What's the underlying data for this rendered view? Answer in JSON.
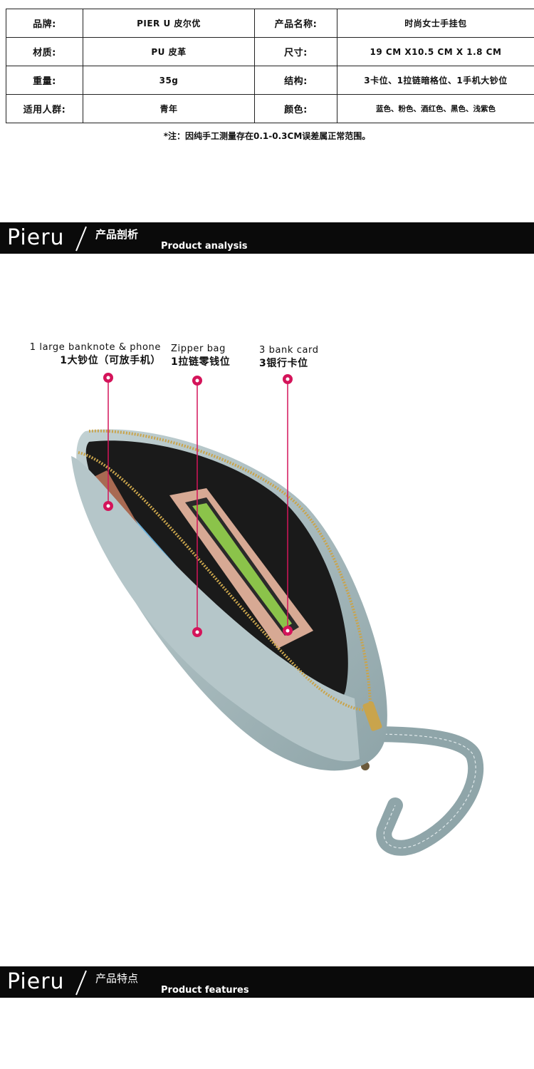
{
  "spec_table": {
    "rows": [
      {
        "label1": "品牌:",
        "value1": "PIER U  皮尔优",
        "label2": "产品名称:",
        "value2": "时尚女士手挂包"
      },
      {
        "label1": "材质:",
        "value1": "PU 皮革",
        "label2": "尺寸:",
        "value2": "19 CM X10.5 CM X 1.8 CM"
      },
      {
        "label1": "重量:",
        "value1": "35g",
        "label2": "结构:",
        "value2": "3卡位、1拉链暗格位、1手机大钞位"
      },
      {
        "label1": "适用人群:",
        "value1": "青年",
        "label2": "颜色:",
        "value2": "蓝色、粉色、酒红色、黑色、浅紫色"
      }
    ],
    "note": "*注：因纯手工测量存在0.1-0.3CM误差属正常范围。"
  },
  "banner_analysis": {
    "logo": "Pieru",
    "cn": "产品剖析",
    "en": "Product analysis"
  },
  "callouts": [
    {
      "en": "1 large banknote & phone",
      "cn": "1大钞位（可放手机）"
    },
    {
      "en": "Zipper bag",
      "cn": "1拉链零钱位"
    },
    {
      "en": "3 bank card",
      "cn": "3银行卡位"
    }
  ],
  "banner_features": {
    "logo": "Pieru",
    "cn": "产品特点",
    "en": "Product features"
  },
  "colors": {
    "banner_bg": "#0a0a0a",
    "marker": "#d4145a",
    "bag": "#a9bcc0",
    "lining": "#1a1a1a",
    "zipper": "#c9a44c"
  }
}
